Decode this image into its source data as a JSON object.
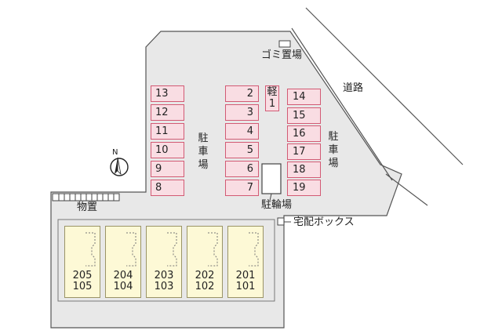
{
  "labels": {
    "garbage": "ゴミ置場",
    "road": "道路",
    "parking_left": "駐車場",
    "parking_right": "駐車場",
    "bike": "駐輪場",
    "delivery_box": "宅配ボックス",
    "storage": "物置",
    "north": "N"
  },
  "parking_left": [
    "13",
    "12",
    "11",
    "10",
    "9",
    "8"
  ],
  "parking_center": [
    "2",
    "3",
    "4",
    "5",
    "6",
    "7"
  ],
  "parking_kei": "軽1",
  "parking_right": [
    "14",
    "15",
    "16",
    "17",
    "18",
    "19"
  ],
  "units": [
    {
      "upper": "205",
      "lower": "105"
    },
    {
      "upper": "204",
      "lower": "104"
    },
    {
      "upper": "203",
      "lower": "103"
    },
    {
      "upper": "202",
      "lower": "102"
    },
    {
      "upper": "201",
      "lower": "101"
    }
  ],
  "colors": {
    "lot": "#e8e8e8",
    "parking_fill": "#f9dde3",
    "parking_border": "#d25a74",
    "building_fill": "#fdf9d6"
  }
}
